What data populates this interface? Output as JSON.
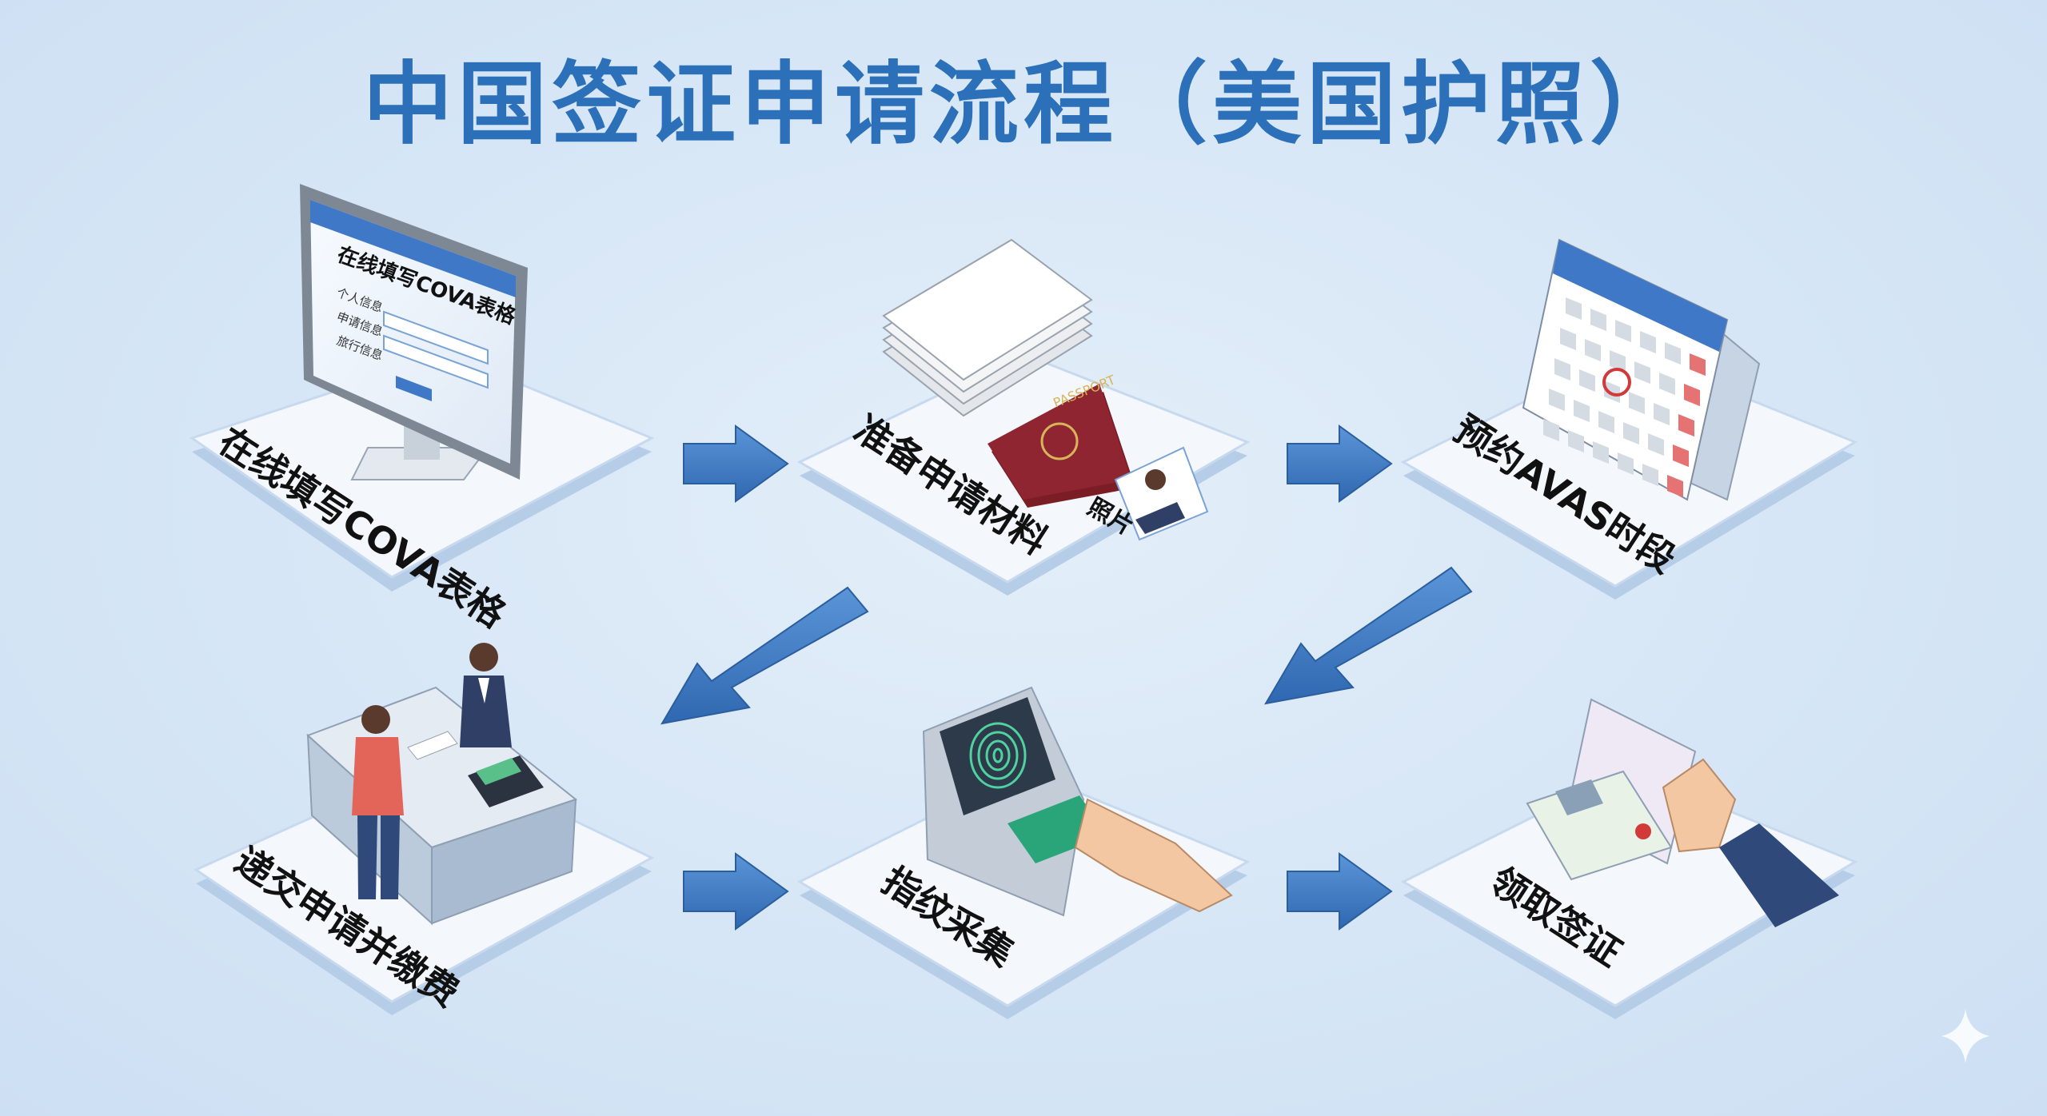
{
  "title": "中国签证申请流程（美国护照）",
  "steps": [
    {
      "label": "在线填写COVA表格",
      "screen_title": "在线填写COVA表格",
      "form_fields": [
        "个人信息",
        "申请信息",
        "旅行信息"
      ]
    },
    {
      "label": "准备申请材料",
      "photo_label": "照片",
      "passport_text": "PASSPORT"
    },
    {
      "label": "预约AVAS时段"
    },
    {
      "label": "递交申请并缴费"
    },
    {
      "label": "指纹采集"
    },
    {
      "label": "领取签证"
    }
  ],
  "colors": {
    "title": "#2b70b8",
    "arrow": "#3f7cc7",
    "tile": "#f4f8fd",
    "tile_edge": "#bcd2ea"
  },
  "icons": [
    "computer-icon",
    "documents-icon",
    "calendar-icon",
    "counter-icon",
    "fingerprint-icon",
    "visa-passport-icon",
    "sparkle-icon"
  ]
}
